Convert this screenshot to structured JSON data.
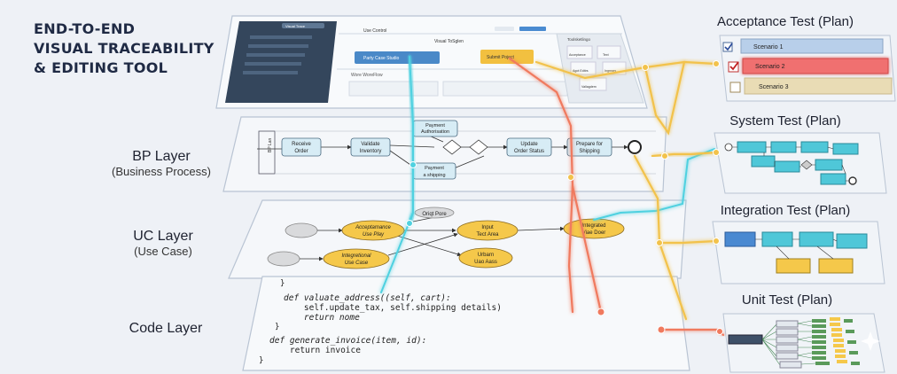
{
  "header": {
    "line1": "END-TO-END",
    "line2": "VISUAL TRACEABILITY",
    "line3": "& EDITING TOOL"
  },
  "layers": {
    "bp": {
      "title": "BP Layer",
      "subtitle": "(Business Process)"
    },
    "uc": {
      "title": "UC Layer",
      "subtitle": "(Use Case)"
    },
    "code": {
      "title": "Code Layer"
    }
  },
  "ui_mock": {
    "app_title": "Visual Trace",
    "tab": "Use Control",
    "panel_title": "Visual ToSglen",
    "btn_primary": "Party Case Studio",
    "btn_secondary": "Submit Poject",
    "section": "Wore WoreFlow",
    "palette_title": "Toolsketlingo",
    "palette_items": [
      "Acceptance",
      "Text",
      "Agot Editrs",
      "Ingrears",
      "Vallagdem"
    ]
  },
  "bp_nodes": {
    "receive": "Receive Order",
    "validate": "Validate Inventory",
    "payment_auth": "Payment Authorisation",
    "payment_ship": "Payment a shipping",
    "update": "Update Order Status",
    "prepare": "Prepare for Shipping",
    "lane": "BP Lan"
  },
  "uc_nodes": {
    "top": "Oriqt Pore",
    "acceptance": "Acceptamance Use Play",
    "integrational": "Integretional Use Case",
    "input": "Input Tect Area",
    "urban": "Urbarn Uao Aass",
    "integrated": "Integrated Viae Doer"
  },
  "code": {
    "lines": [
      "}",
      "def valuate_address((self, cart):",
      "    self.update_tax, self.shipping details)",
      "    return nome",
      "}",
      "def generate_invoice(item, id):",
      "    return invoice",
      "}"
    ]
  },
  "tests": {
    "acceptance": {
      "title": "Acceptance Test (Plan)",
      "scenarios": [
        "Scenario 1",
        "Scenario 2",
        "Scenario 3"
      ]
    },
    "system": {
      "title": "System Test (Plan)"
    },
    "integration": {
      "title": "Integration Test (Plan)"
    },
    "unit": {
      "title": "Unit Test (Plan)"
    }
  },
  "colors": {
    "trace_cyan": "#4fd1e0",
    "trace_amber": "#f2c24b",
    "trace_red": "#f07a5e",
    "uc_node": "#f5c84a",
    "bp_node": "#d7ecf5",
    "scenario_blue": "#b8cfea",
    "scenario_red": "#f07070",
    "scenario_tan": "#e9dcb5"
  },
  "icons": [
    "check-icon",
    "sparkle-icon"
  ]
}
